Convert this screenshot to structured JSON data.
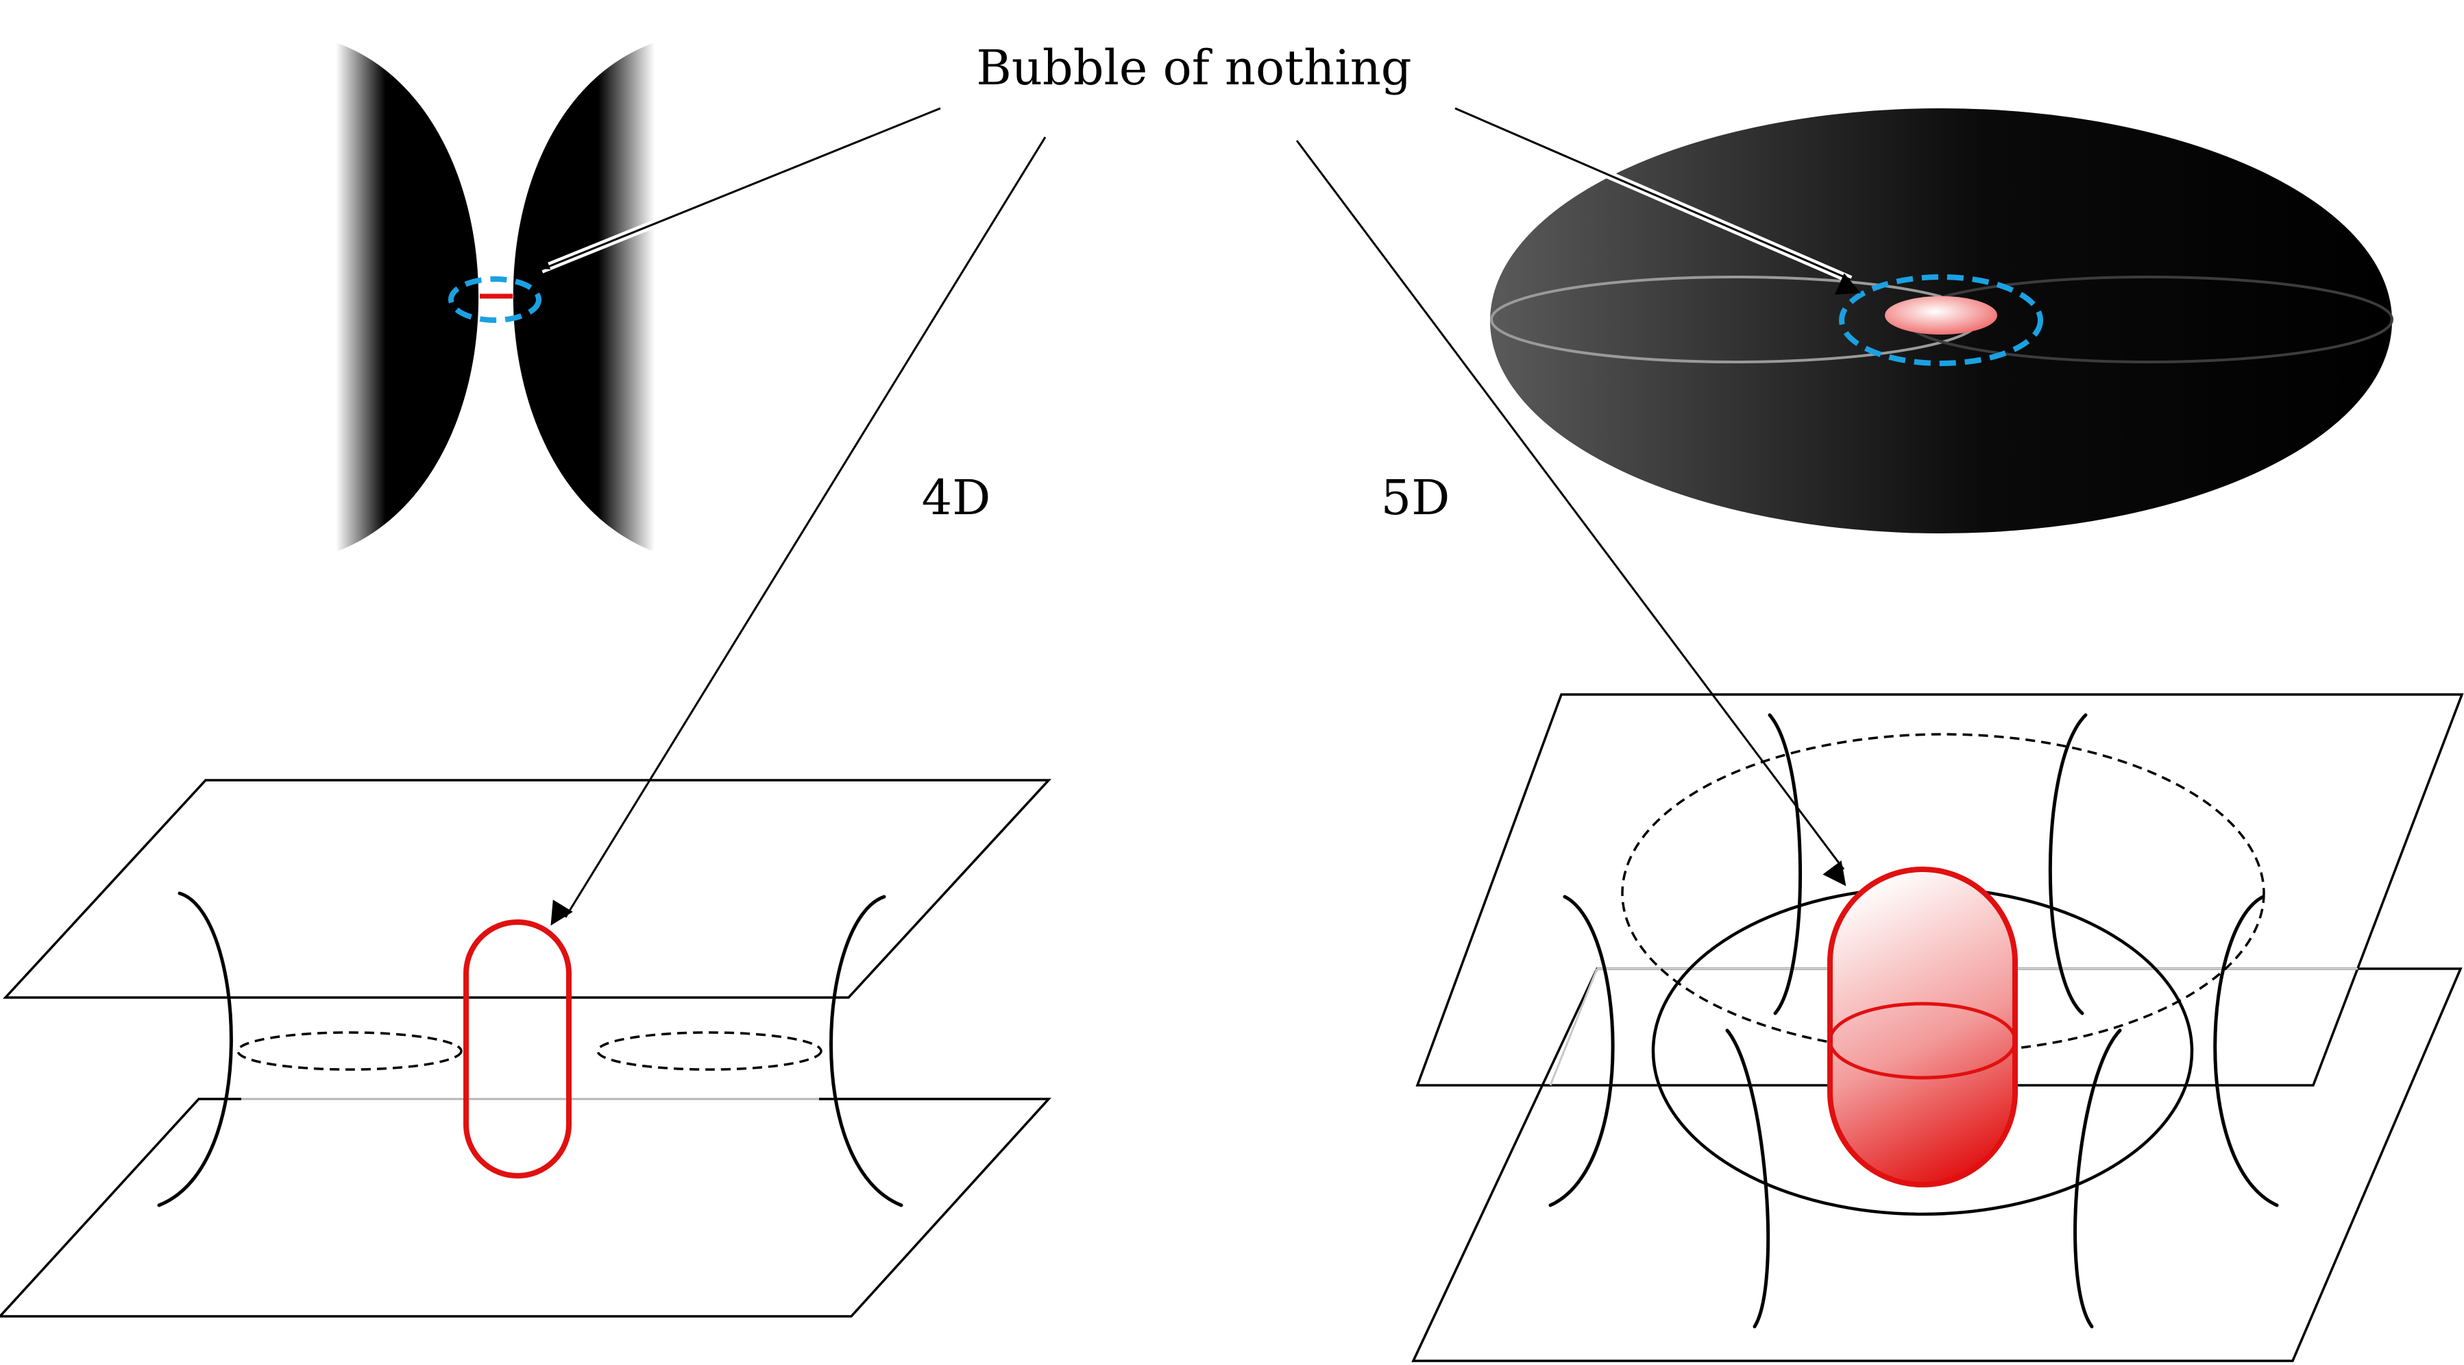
{
  "labels": {
    "bubble": "Bubble of nothing",
    "four_d": "4D",
    "five_d": "5D"
  },
  "colors": {
    "bubble_red": "#e11010",
    "highlight_blue": "#1ba1e2",
    "dark_surface": "#000000"
  }
}
